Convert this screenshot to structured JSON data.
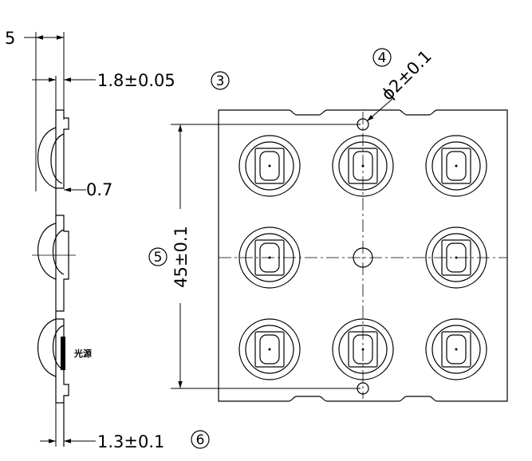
{
  "drawing": {
    "side_view": {
      "dim_top": "5",
      "dim_flange": "1.8±0.05",
      "dim_flange_ref": "3",
      "dim_step": "0.7",
      "dim_bottom": "1.3±0.1",
      "dim_bottom_ref": "6",
      "light_source_label": "光源"
    },
    "front_view": {
      "hole_dim": "ϕ2±0.1",
      "hole_ref": "4",
      "height_dim": "45±0.1",
      "height_ref": "5",
      "lens_grid": {
        "rows": 3,
        "cols": 3,
        "center_is_hole": true
      }
    }
  }
}
